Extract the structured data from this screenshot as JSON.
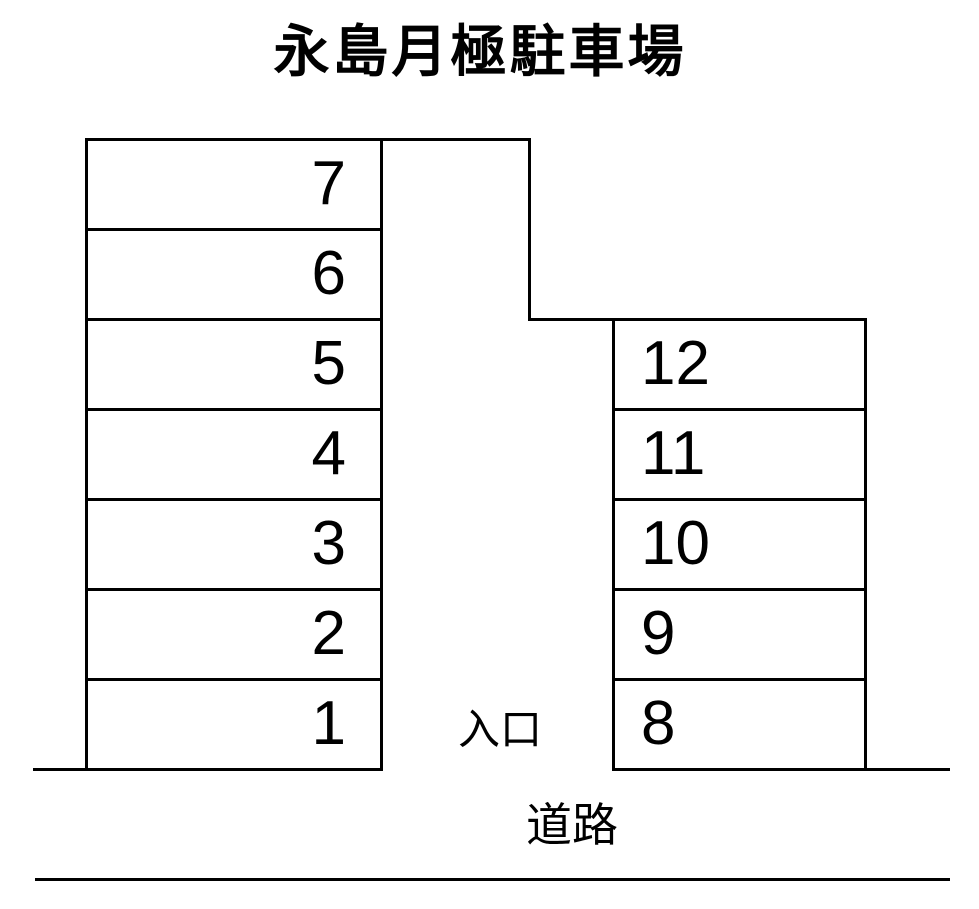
{
  "title": {
    "text": "永島月極駐車場"
  },
  "parking": {
    "left_column_spots": [
      "7",
      "6",
      "5",
      "4",
      "3",
      "2",
      "1"
    ],
    "right_column_spots": [
      "12",
      "11",
      "10",
      "9",
      "8"
    ],
    "entrance_label": "入口",
    "road_label": "道路"
  },
  "colors": {
    "line": "#000000",
    "text": "#000000",
    "background": "#ffffff"
  }
}
